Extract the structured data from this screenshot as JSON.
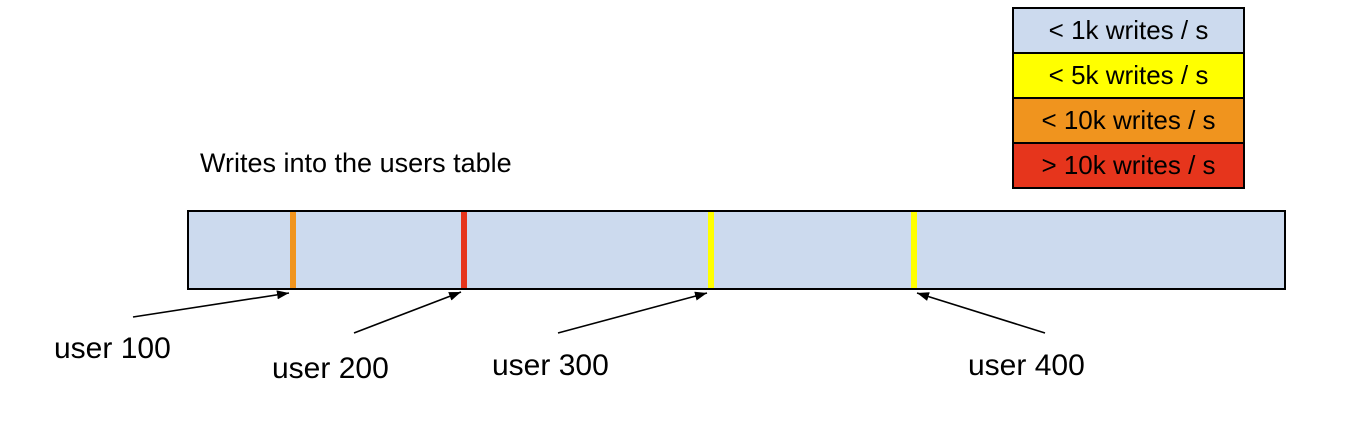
{
  "title": "Writes into the users table",
  "colors": {
    "background": "#ffffff",
    "outline": "#000000",
    "bar_fill": "#ccdaee"
  },
  "legend": {
    "items": [
      {
        "label": "< 1k writes / s",
        "color": "#ccdaee"
      },
      {
        "label": "< 5k writes / s",
        "color": "#ffff00"
      },
      {
        "label": "< 10k writes / s",
        "color": "#f0941e"
      },
      {
        "label": "> 10k writes / s",
        "color": "#e6351c"
      }
    ]
  },
  "bar": {
    "markers": [
      {
        "label": "user 100",
        "color": "#f0941e",
        "position_pct": 9.2
      },
      {
        "label": "user 200",
        "color": "#e6351c",
        "position_pct": 24.8
      },
      {
        "label": "user 300",
        "color": "#ffff00",
        "position_pct": 47.4
      },
      {
        "label": "user 400",
        "color": "#ffff00",
        "position_pct": 65.9
      }
    ]
  }
}
